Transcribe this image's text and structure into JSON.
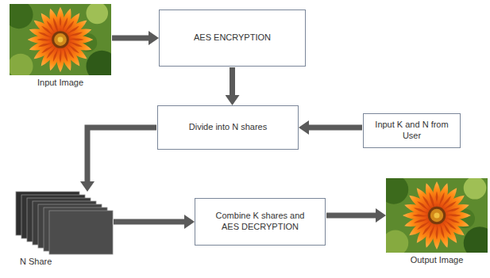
{
  "diagram": {
    "nodes": [
      {
        "text": [
          "Input Image"
        ]
      },
      {
        "text": [
          "AES ENCRYPTION"
        ]
      },
      {
        "text": [
          "Divide into N shares"
        ]
      },
      {
        "text": [
          "Input K and N from User"
        ]
      },
      {
        "text": [
          "N Share"
        ]
      },
      {
        "text": [
          "Combine K shares and AES DECRYPTION"
        ]
      },
      {
        "text": [
          "Output Image"
        ]
      }
    ],
    "edges": [
      {
        "from": 0,
        "to": 1,
        "arrow": "to"
      },
      {
        "from": 1,
        "to": 2,
        "arrow": "to"
      },
      {
        "from": 3,
        "to": 2,
        "arrow": "to"
      },
      {
        "from": 2,
        "to": 4,
        "arrow": "to"
      },
      {
        "from": 4,
        "to": 5,
        "arrow": "to"
      },
      {
        "from": 5,
        "to": 6,
        "arrow": "to"
      }
    ]
  }
}
